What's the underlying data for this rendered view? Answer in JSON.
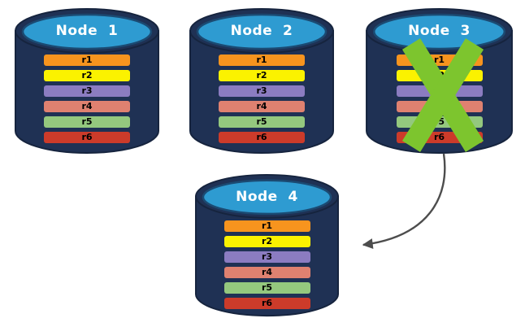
{
  "colors": {
    "cylinder_body": "#1F3154",
    "cylinder_outline": "#16243E",
    "cylinder_top": "#2E9BD1",
    "cylinder_top_border": "#1B4A72",
    "node_title_text": "#FFFFFF",
    "row_text": "#000000",
    "row_r1": "#F7941E",
    "row_r2": "#FBF200",
    "row_r3": "#8B7CC1",
    "row_r4": "#DF8170",
    "row_r5": "#94C87E",
    "row_r6": "#CC3B2A",
    "cross": "#7DC52E",
    "arrow": "#4D4D4D"
  },
  "nodes": [
    {
      "title": "Node  1",
      "rows": [
        "r1",
        "r2",
        "r3",
        "r4",
        "r5",
        "r6"
      ]
    },
    {
      "title": "Node  2",
      "rows": [
        "r1",
        "r2",
        "r3",
        "r4",
        "r5",
        "r6"
      ]
    },
    {
      "title": "Node  3",
      "rows": [
        "r1",
        "r2",
        "r3",
        "r4",
        "r5",
        "r6"
      ],
      "status": "failed"
    },
    {
      "title": "Node  4",
      "rows": [
        "r1",
        "r2",
        "r3",
        "r4",
        "r5",
        "r6"
      ]
    }
  ],
  "annotations": {
    "cross_over_node": "Node  3",
    "arrow_from": "Node  3",
    "arrow_to": "Node  4"
  }
}
